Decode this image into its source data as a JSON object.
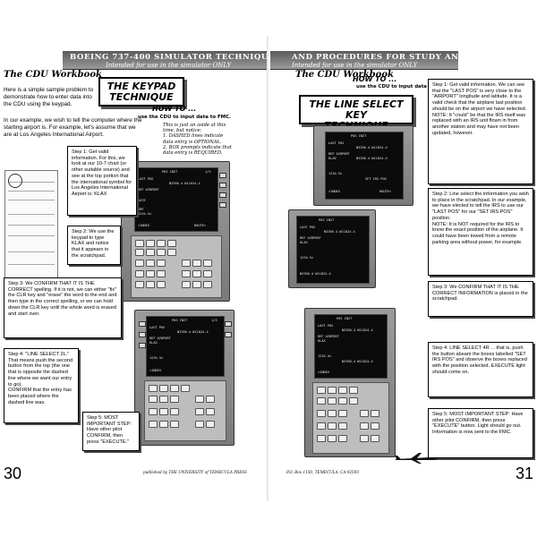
{
  "left": {
    "header_title": "BOEING 737-400 SIMULATOR TECHNIQUES",
    "header_subtitle": "Intended for use in the simulator ONLY",
    "logo": "The CDU Workbook",
    "title": "THE KEYPAD\nTECHNIQUE",
    "intro_1": "Here is a simple sample problem to\ndemonstrate how to enter data into\nthe CDU using the keypad.",
    "intro_2": "In our example, we wish to tell the computer where the\nstarting airport is. For example, let's assume that we\nare at Los Angeles International Airport.",
    "howto": "HOW TO ...",
    "howto_sub": "use the CDU to input data to FMC.",
    "note": "This is just an aside at this\ntime, but notice:\n1. DASHED lines indicate\ndata entry is OPTIONAL.\n2. BOX prompts indicate that\ndata entry is REQUIRED.",
    "step1": "Step 1: Get valid information. For this, we look at our 10-7 chart (or other suitable source) and see at the top portion that the international symbol for Los Angeles International Airport is: KLAX",
    "step2": "Step 2: We use the keypad to type KLAX and notice that it appears in the scratchpad.",
    "step3": "Step 3: We CONFIRM THAT IT IS THE CORRECT spelling. If it is not, we can either \"fix\" the CLR key and \"erase\" the word to the end and then type in the correct spelling, or we can hold down the CLR key until the whole word is erased and start over.",
    "step4": "Step 4: \"LINE SELECT 2L.\" That means push the second button from the top (the one that is opposite the dashed line where we want our entry to go).\nCONFIRM that the entry has been placed where the dashed line was.",
    "step5": "Step 5: MOST IMPORTANT STEP: Have other pilot CONFIRM, then press \"EXECUTE.\"",
    "page_number": "30",
    "footer": "published by THE UNIVERSITY of TEMECULA PRESS"
  },
  "right": {
    "header_title": "AND PROCEDURES FOR STUDY AND REVIEW",
    "header_subtitle": "Intended for use in the simulator ONLY",
    "logo": "The CDU Workbook",
    "howto": "HOW TO ...",
    "howto_sub": "use the CDU to input data to FMC.",
    "title": "THE LINE SELECT KEY\nTECHNIQUE",
    "step1": "Step 1: Get valid information. We can see that the \"LAST POS\" is very close to the \"AIRPORT\" longitude and latitude. It is a valid check that the airplane last position should be on the airport we have selected.\nNOTE: It \"could\" be that the IRS itself was replaced with an IRS unit flown in from another station and may have not been updated, however.",
    "step2": "Step 2: Line select the information you wish to place in the scratchpad. In our example, we have elected to tell the IRS to use our \"LAST POS\" for our \"SET IRS POS\" position.\nNOTE: It is NOT required for the IRS to know the exact position of the airplane. It could have been towed from a remote parking area without power, for example.",
    "step3": "Step 3: We CONFIRM THAT IT IS THE CORRECT INFORMATION is placed in the scratchpad.",
    "step4": "Step 4: LINE SELECT 4R ... that is, push the button abeam the boxes labelled \"SET IRS POS\" and observe the boxes replaced with the position selected. EXECUTE light should come on.",
    "step5": "Step 5: MOST IMPORTANT STEP: Have other pilot CONFIRM, then press \"EXECUTE\" button. Light should go out. Information is now sent to the FMC.",
    "page_number": "31",
    "footer": "P.O. Box 1150, TEMECULA, CA 92593"
  },
  "cdu_screen": {
    "title": "POS INIT",
    "page": "1/3",
    "ref_label": "REF AIRPORT",
    "ref_value": "KLAX",
    "lat_lon": "N3356.4 W11824.4",
    "gate_label": "GATE",
    "irs_label": "LAST POS",
    "time_label": "GMT",
    "time_value": "1234.5z",
    "set_irs": "SET IRS POS",
    "index": "<INDEX",
    "route": "ROUTE>"
  },
  "colors": {
    "header_band": "#6f6f6f",
    "screen_bg": "#0b0b0b",
    "device": "#8a8a8a"
  }
}
